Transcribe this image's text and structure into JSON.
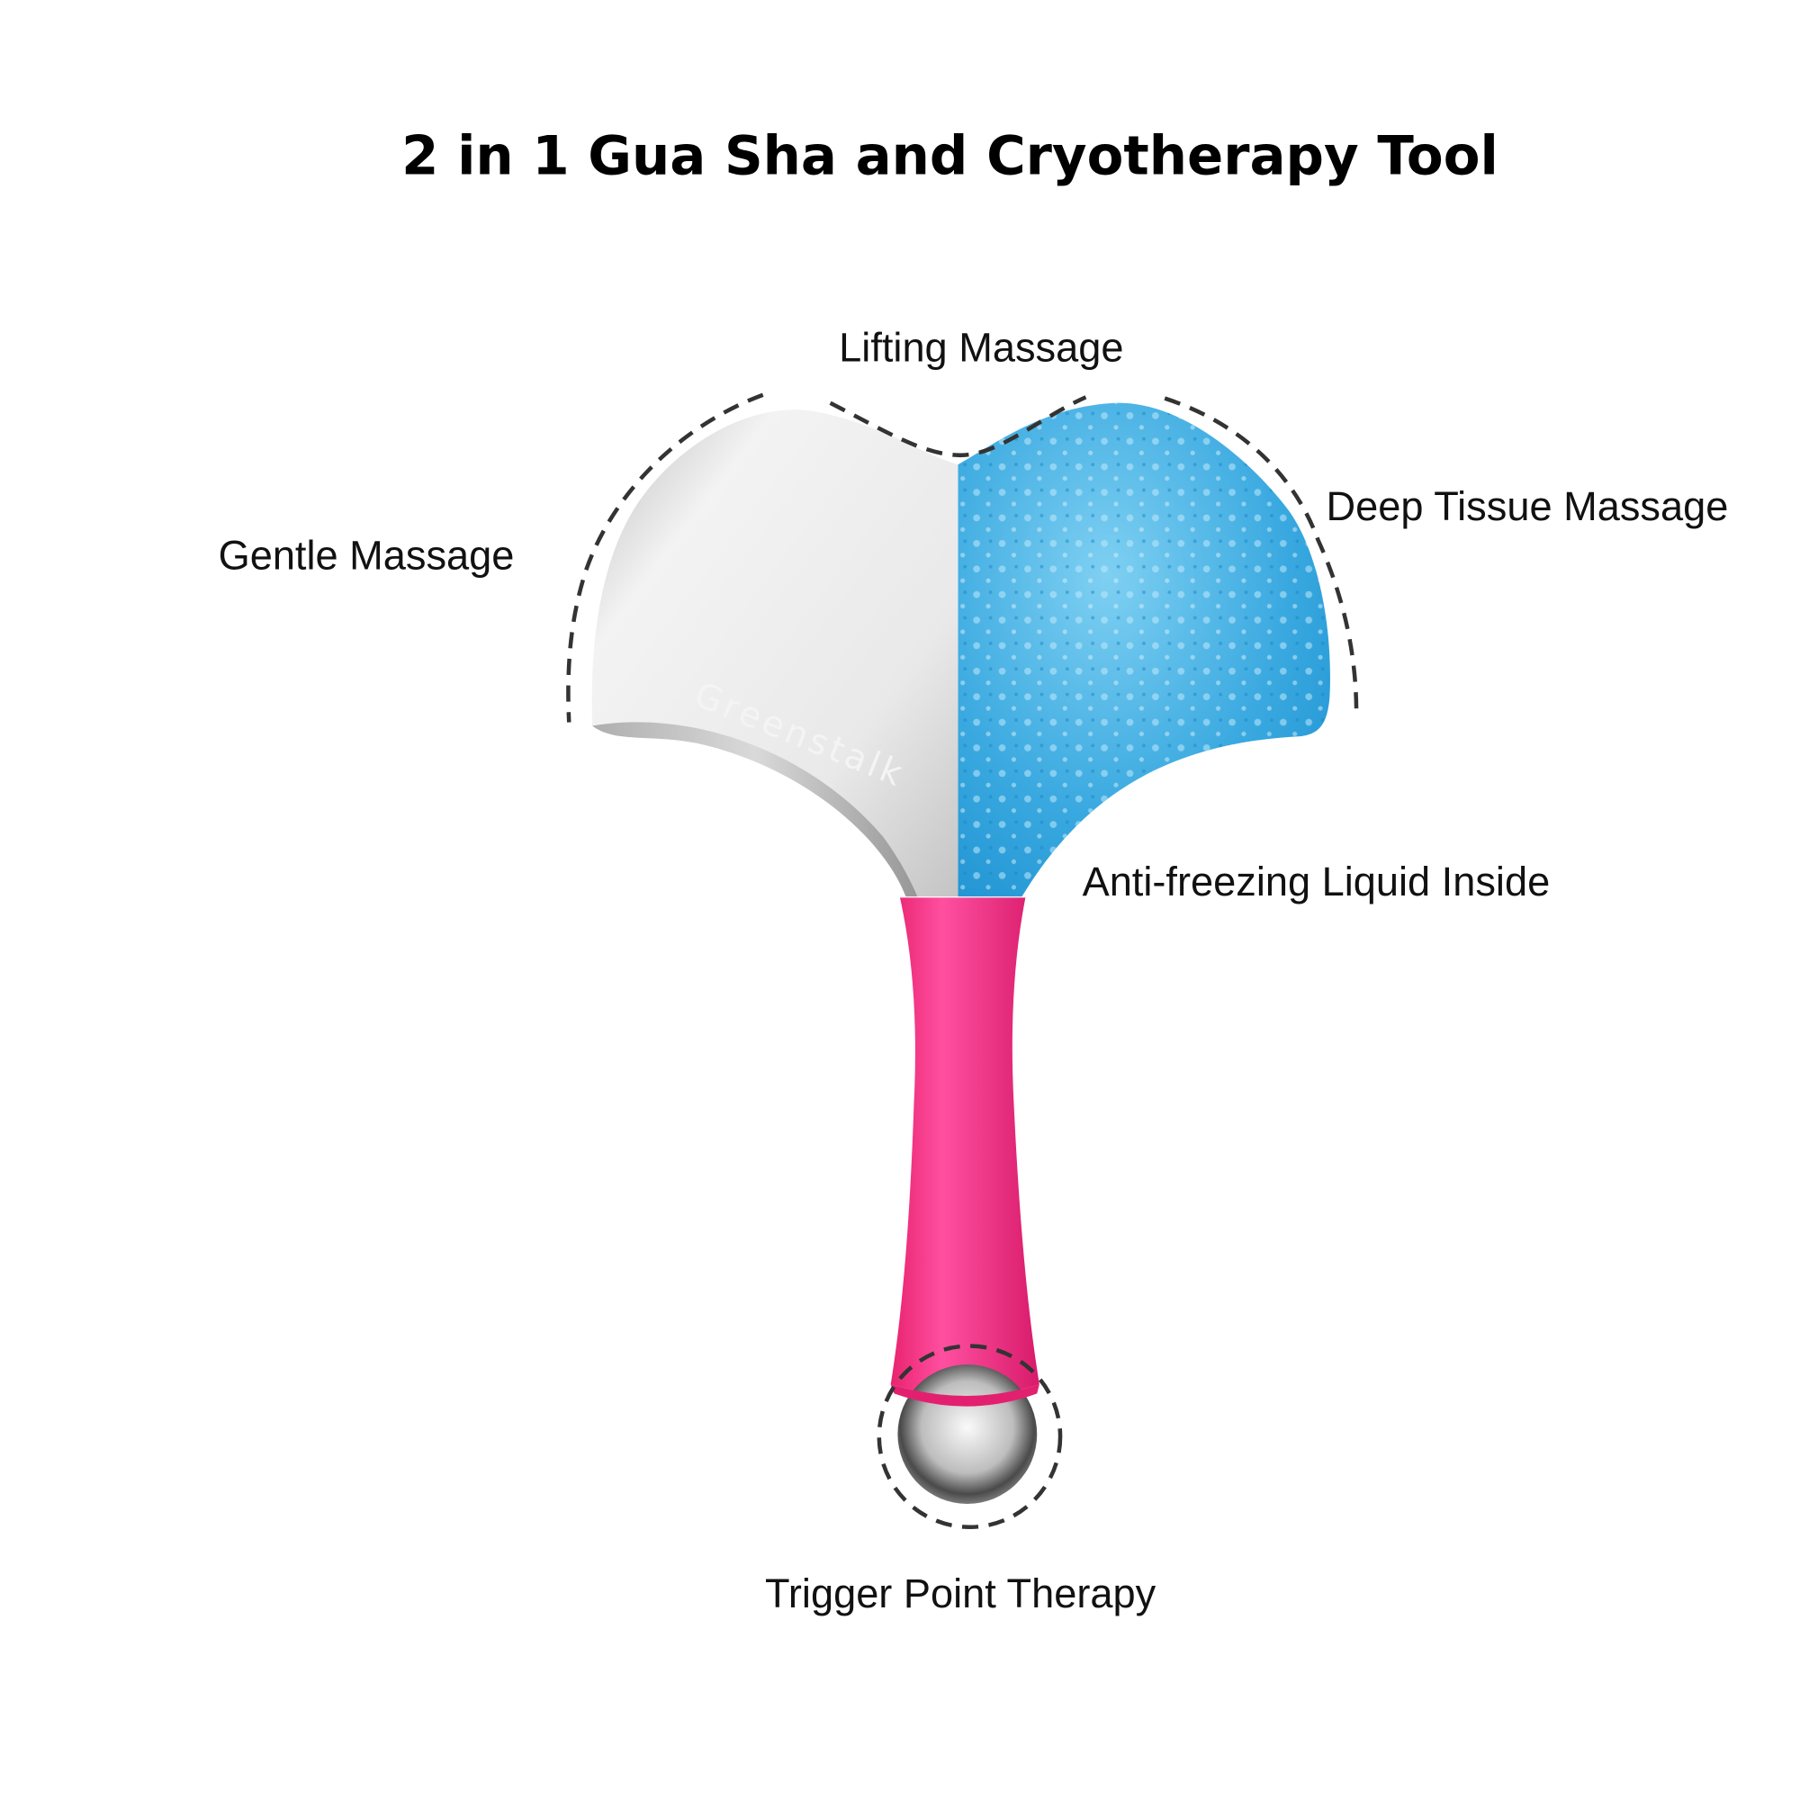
{
  "title": "2 in 1 Gua Sha and Cryotherapy Tool",
  "labels": {
    "lifting": "Lifting Massage",
    "gentle": "Gentle Massage",
    "deep_tissue": "Deep Tissue Massage",
    "anti_freezing": "Anti-freezing Liquid Inside",
    "trigger_point": "Trigger Point Therapy"
  },
  "brand_logo": "Greenstalk",
  "colors": {
    "handle": "#f0307f",
    "cryo": "#3aa9e0",
    "metal": "#d8d8d8"
  }
}
